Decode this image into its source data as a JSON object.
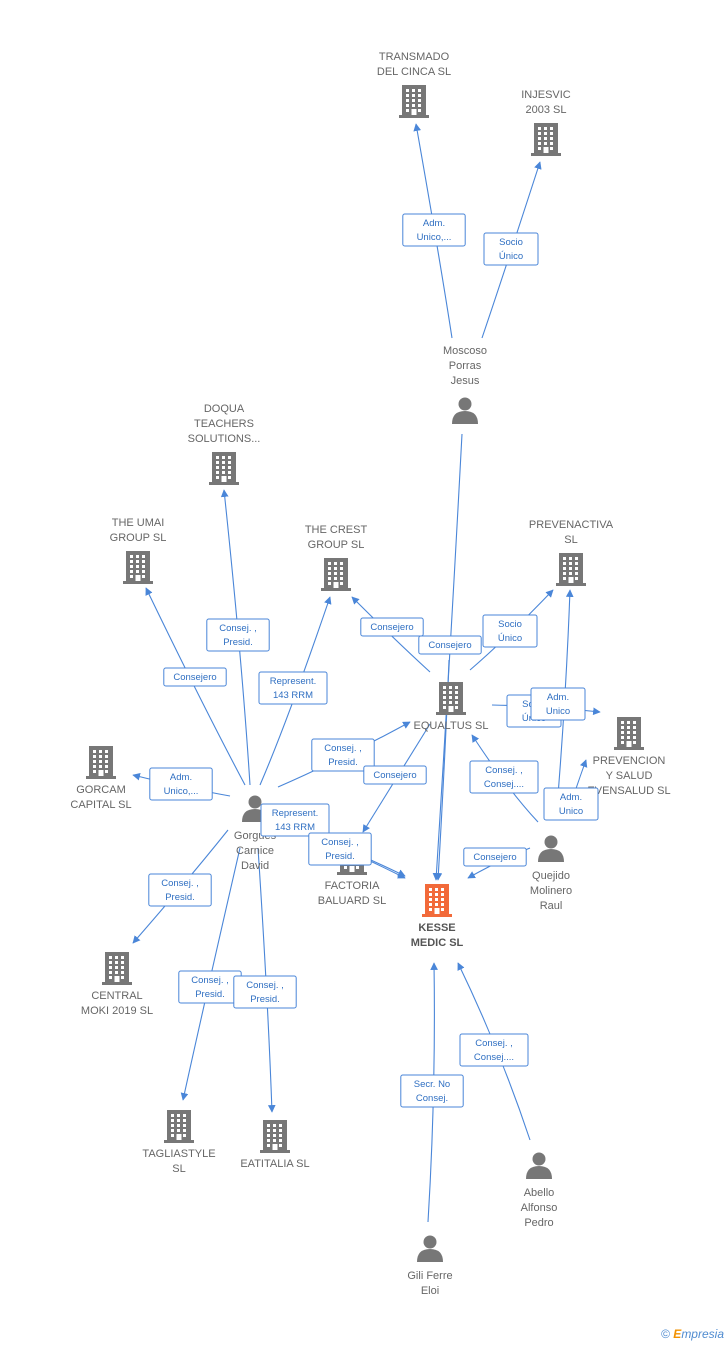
{
  "colors": {
    "edge": "#4a86d8",
    "node": "#777777",
    "focus": "#f26a3a"
  },
  "nodes": [
    {
      "id": "transmado",
      "type": "company",
      "lines": [
        "TRANSMADO",
        "DEL CINCA SL"
      ]
    },
    {
      "id": "injesvic",
      "type": "company",
      "lines": [
        "INJESVIC",
        "2003  SL"
      ]
    },
    {
      "id": "moscoso",
      "type": "person",
      "lines": [
        "Moscoso",
        "Porras",
        "Jesus"
      ]
    },
    {
      "id": "doqua",
      "type": "company",
      "lines": [
        "DOQUA",
        "TEACHERS",
        "SOLUTIONS..."
      ]
    },
    {
      "id": "umai",
      "type": "company",
      "lines": [
        "THE UMAI",
        "GROUP  SL"
      ]
    },
    {
      "id": "crest",
      "type": "company",
      "lines": [
        "THE CREST",
        "GROUP  SL"
      ]
    },
    {
      "id": "prevenactiva",
      "type": "company",
      "lines": [
        "PREVENACTIVA",
        "SL"
      ]
    },
    {
      "id": "equaltus",
      "type": "company",
      "lines": [
        "EQUALTUS  SL"
      ]
    },
    {
      "id": "prevencion",
      "type": "company",
      "lines": [
        "PREVENCION",
        "Y SALUD",
        "EVENSALUD SL"
      ]
    },
    {
      "id": "gorcam",
      "type": "company",
      "lines": [
        "GORCAM",
        "CAPITAL  SL"
      ]
    },
    {
      "id": "gorgues",
      "type": "person",
      "lines": [
        "Gorgues",
        "Carnice",
        "David"
      ]
    },
    {
      "id": "factoria",
      "type": "company",
      "lines": [
        "FACTORIA",
        "BALUARD  SL"
      ]
    },
    {
      "id": "kesse",
      "type": "focus",
      "lines": [
        "KESSE",
        "MEDIC  SL"
      ]
    },
    {
      "id": "quejido",
      "type": "person",
      "lines": [
        "Quejido",
        "Molinero",
        "Raul"
      ]
    },
    {
      "id": "central",
      "type": "company",
      "lines": [
        "CENTRAL",
        "MOKI 2019  SL"
      ]
    },
    {
      "id": "tagliastyle",
      "type": "company",
      "lines": [
        "TAGLIASTYLE",
        "SL"
      ]
    },
    {
      "id": "eatitalia",
      "type": "company",
      "lines": [
        "EATITALIA SL"
      ]
    },
    {
      "id": "abello",
      "type": "person",
      "lines": [
        "Abello",
        "Alfonso",
        "Pedro"
      ]
    },
    {
      "id": "gili",
      "type": "person",
      "lines": [
        "Gili Ferre",
        "Eloi"
      ]
    }
  ],
  "edges": [
    {
      "from": "moscoso",
      "to": "transmado",
      "label": [
        "Adm.",
        "Unico,..."
      ]
    },
    {
      "from": "moscoso",
      "to": "injesvic",
      "label": [
        "Socio",
        "Único"
      ]
    },
    {
      "from": "moscoso",
      "to": "kesse",
      "label": []
    },
    {
      "from": "gorgues",
      "to": "doqua",
      "label": [
        "Consej. ,",
        "Presid."
      ]
    },
    {
      "from": "gorgues",
      "to": "umai",
      "label": [
        "Consejero"
      ]
    },
    {
      "from": "gorgues",
      "to": "crest",
      "label": [
        "Represent.",
        "143 RRM"
      ]
    },
    {
      "from": "gorgues",
      "to": "equaltus",
      "label": [
        "Consej. ,",
        "Presid."
      ]
    },
    {
      "from": "gorgues",
      "to": "gorcam",
      "label": [
        "Adm.",
        "Unico,..."
      ]
    },
    {
      "from": "gorgues",
      "to": "kesse",
      "label": [
        "Represent.",
        "143 RRM"
      ]
    },
    {
      "from": "gorgues",
      "to": "central",
      "label": [
        "Consej. ,",
        "Presid."
      ]
    },
    {
      "from": "gorgues",
      "to": "tagliastyle",
      "label": [
        "Consej. ,",
        "Presid."
      ]
    },
    {
      "from": "gorgues",
      "to": "eatitalia",
      "label": [
        "Consej. ,",
        "Presid."
      ]
    },
    {
      "from": "equaltus",
      "to": "crest",
      "label": [
        "Consejero"
      ]
    },
    {
      "from": "equaltus",
      "to": "prevenactiva",
      "label": [
        "Socio",
        "Único"
      ]
    },
    {
      "from": "equaltus",
      "to": "prevencion",
      "label": [
        "Socio",
        "Único"
      ]
    },
    {
      "from": "equaltus",
      "to": "factoria",
      "label": [
        "Consejero"
      ]
    },
    {
      "from": "equaltus",
      "to": "kesse",
      "label": [
        "Consejero"
      ]
    },
    {
      "from": "factoria",
      "to": "kesse",
      "label": [
        "Consej. ,",
        "Presid."
      ]
    },
    {
      "from": "quejido",
      "to": "equaltus",
      "label": [
        "Consej. ,",
        "Consej...."
      ]
    },
    {
      "from": "quejido",
      "to": "prevenactiva",
      "label": [
        "Adm.",
        "Unico"
      ]
    },
    {
      "from": "quejido",
      "to": "prevencion",
      "label": [
        "Adm.",
        "Unico"
      ]
    },
    {
      "from": "quejido",
      "to": "kesse",
      "label": [
        "Consejero"
      ]
    },
    {
      "from": "abello",
      "to": "kesse",
      "label": [
        "Consej. ,",
        "Consej...."
      ]
    },
    {
      "from": "gili",
      "to": "kesse",
      "label": [
        "Secr.  No",
        "Consej."
      ]
    }
  ],
  "credit": {
    "symbol": "©",
    "brand_initial": "E",
    "brand_rest": "mpresia"
  }
}
